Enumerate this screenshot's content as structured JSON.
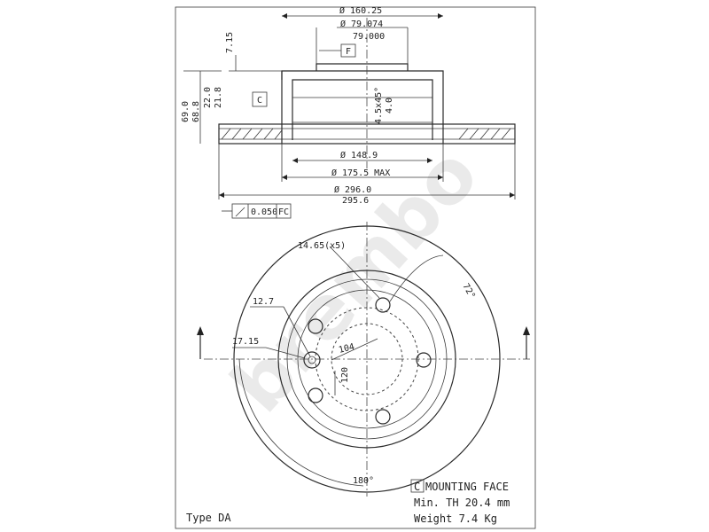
{
  "dimensions": {
    "d_hat_outer": "Ø 160.25",
    "d_bore_max": "Ø 79.074",
    "d_bore_min": "79.000",
    "hat_height": "7.15",
    "datum_f": "F",
    "datum_c": "C",
    "h_total_a": "69.0",
    "h_total_b": "68.8",
    "thick_a": "22.0",
    "thick_b": "21.8",
    "chamfer_a": "4.5x45°",
    "chamfer_b": "4.0",
    "d_inner": "Ø 148.9",
    "d_175": "Ø 175.5 MAX",
    "d_outer_max": "Ø 296.0",
    "d_outer_min": "295.6",
    "runout": "0.050",
    "runout_ref": "FC",
    "bolt_holes": "14.65(x5)",
    "angle_72": "72°",
    "hole_12_7": "12.7",
    "hole_17_15": "17.15",
    "pcd_104": "104",
    "pcd_120": "120",
    "angle_180": "180°"
  },
  "legend": {
    "datum_letter": "C",
    "mounting_face": "MOUNTING FACE",
    "min_th": "Min. TH 20.4 mm",
    "weight": "Weight 7.4 Kg"
  },
  "type_label": "Type DA",
  "watermark": "brembo",
  "colors": {
    "line": "#2a2a2a",
    "watermark": "#d9d9d9",
    "background": "#ffffff"
  }
}
